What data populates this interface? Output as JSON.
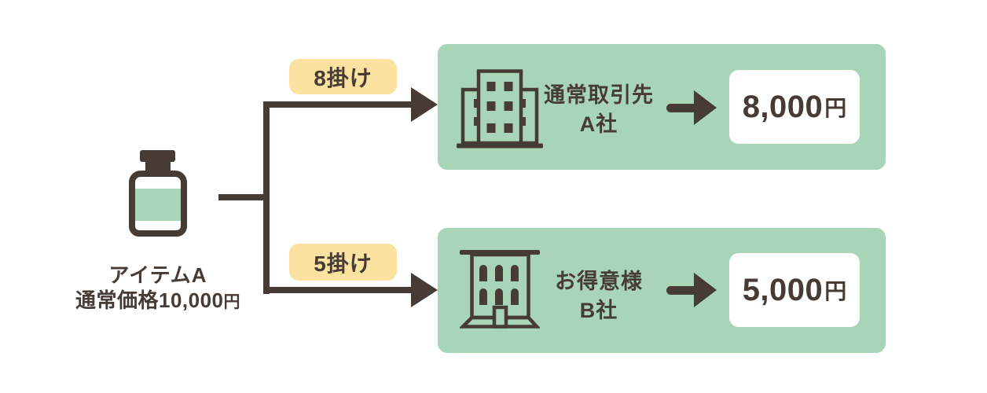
{
  "colors": {
    "ink": "#473b35",
    "panel_green": "#a8d4b8",
    "badge_yellow": "#fbe2a1",
    "amount_card_white": "#ffffff"
  },
  "item": {
    "name": "アイテムA",
    "price_label": "通常価格",
    "price_value": "10,000",
    "price_unit": "円"
  },
  "branches": [
    {
      "rate_label": "8掛け",
      "partner_line1": "通常取引先",
      "partner_line2": "A社",
      "icon": "office-building-icon",
      "price_value": "8,000",
      "price_unit": "円"
    },
    {
      "rate_label": "5掛け",
      "partner_line1": "お得意様",
      "partner_line2": "B社",
      "icon": "storefront-building-icon",
      "price_value": "5,000",
      "price_unit": "円"
    }
  ]
}
